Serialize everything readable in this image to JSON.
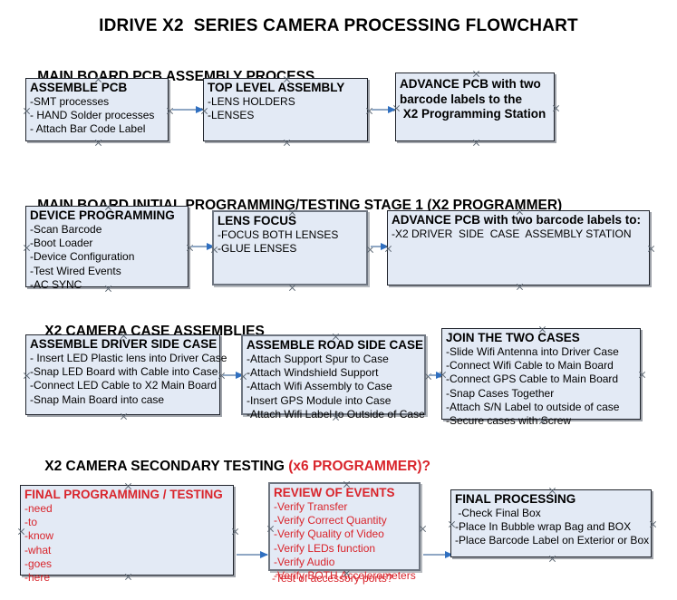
{
  "document": {
    "title": "IDRIVE X2  SERIES CAMERA PROCESSING FLOWCHART"
  },
  "colors": {
    "box_fill": "#e3eaf5",
    "box_border": "#20242c",
    "box_border_alt": "#6e7580",
    "text": "#000000",
    "accent_red": "#d9242b",
    "connector_line": "#8fa7c4",
    "connector_arrow": "#2f6fc0"
  },
  "sections": [
    {
      "id": "main-board-pcb-assembly",
      "title": "MAIN BOARD PCB ASSEMBLY PROCESS",
      "title_accent": "",
      "boxes": [
        {
          "id": "assemble-pcb",
          "heading": "ASSEMBLE PCB",
          "lines": [
            "-SMT processes",
            "- HAND Solder processes",
            "- Attach Bar Code Label"
          ]
        },
        {
          "id": "top-level-assembly",
          "heading": "TOP LEVEL ASSEMBLY",
          "lines": [
            "-LENS HOLDERS",
            "-LENSES"
          ]
        },
        {
          "id": "advance-pcb-programming-station",
          "heading": "",
          "bold_lines": [
            "ADVANCE PCB with two",
            "barcode labels to the",
            " X2 Programming Station"
          ]
        }
      ]
    },
    {
      "id": "main-board-initial-programming",
      "title": "MAIN BOARD INITIAL PROGRAMMING/TESTING STAGE 1 (X2 PROGRAMMER)",
      "title_accent": "",
      "boxes": [
        {
          "id": "device-programming",
          "heading": "DEVICE PROGRAMMING",
          "lines": [
            "-Scan Barcode",
            "-Boot Loader",
            "-Device Configuration",
            "-Test Wired Events",
            "-AC SYNC"
          ]
        },
        {
          "id": "lens-focus",
          "heading": "LENS FOCUS",
          "lines": [
            "-FOCUS BOTH LENSES",
            "-GLUE LENSES"
          ]
        },
        {
          "id": "advance-pcb-driver-side-case",
          "heading": "ADVANCE PCB with two barcode labels to:",
          "lines": [
            "-X2 DRIVER  SIDE  CASE  ASSEMBLY STATION"
          ]
        }
      ]
    },
    {
      "id": "x2-camera-case-assemblies",
      "title": "X2 CAMERA CASE ASSEMBLIES",
      "title_accent": "",
      "boxes": [
        {
          "id": "assemble-driver-side-case",
          "heading": "ASSEMBLE DRIVER SIDE CASE",
          "lines": [
            "- Insert LED Plastic lens into Driver Case",
            "-Snap LED Board with Cable into Case",
            "-Connect LED Cable to X2 Main Board",
            "-Snap Main Board into case"
          ]
        },
        {
          "id": "assemble-road-side-case",
          "heading": "ASSEMBLE ROAD SIDE CASE",
          "lines": [
            "-Attach Support Spur to Case",
            "-Attach Windshield Support",
            "-Attach Wifi Assembly to Case",
            "-Insert GPS Module into Case",
            "-Attach Wifi Label to Outside of Case"
          ]
        },
        {
          "id": "join-the-two-cases",
          "heading": "JOIN THE TWO CASES",
          "lines": [
            "-Slide Wifi Antenna into Driver Case",
            "-Connect Wifi Cable to Main Board",
            "-Connect GPS Cable to Main Board",
            "-Snap Cases Together",
            "-Attach S/N Label to outside of case",
            "-Secure cases with Screw"
          ]
        }
      ]
    },
    {
      "id": "x2-camera-secondary-testing",
      "title": "X2 CAMERA SECONDARY TESTING ",
      "title_accent": "(x6 PROGRAMMER)?",
      "boxes": [
        {
          "id": "final-programming-testing",
          "heading": "FINAL PROGRAMMING / TESTING",
          "lines": [
            "-need",
            "-to",
            "-know",
            "-what",
            "-goes",
            "-here"
          ]
        },
        {
          "id": "review-of-events",
          "heading": "REVIEW OF EVENTS",
          "lines": [
            "-Verify Transfer",
            "-Verify Correct Quantity",
            "-Verify Quality of Video",
            "-Verify LEDs function",
            "-Verify Audio",
            "-Verify BOTH Accelerometers"
          ],
          "overflow_line": "-Test of accessory ports?"
        },
        {
          "id": "final-processing",
          "heading": "FINAL PROCESSING",
          "lines": [
            " -Check Final Box",
            "-Place In Bubble wrap Bag and BOX",
            "-Place Barcode Label on Exterior or Box"
          ]
        }
      ]
    }
  ]
}
